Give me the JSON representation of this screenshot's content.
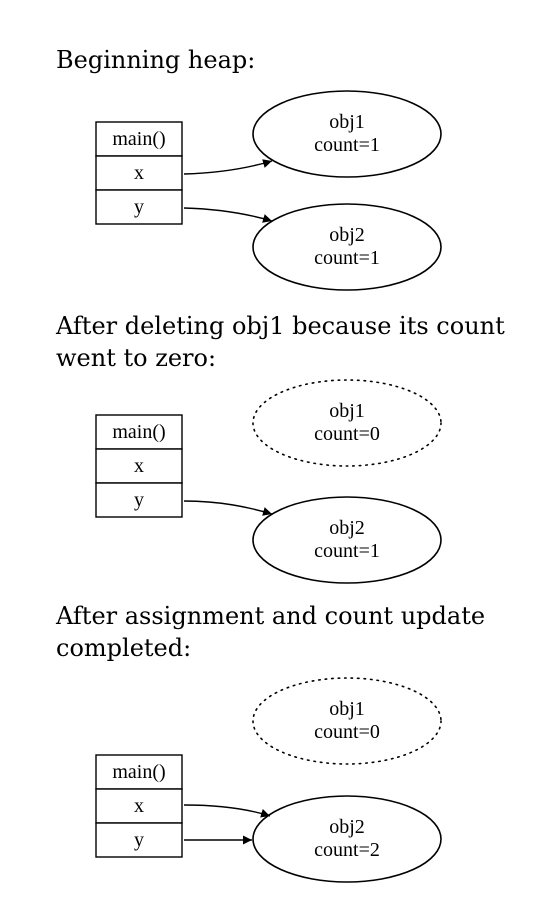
{
  "steps": [
    {
      "heading": "Beginning heap:",
      "frame": {
        "title": "main()",
        "vars": [
          "x",
          "y"
        ]
      },
      "objects": [
        {
          "name": "obj1",
          "count": "count=1",
          "deleted": false
        },
        {
          "name": "obj2",
          "count": "count=1",
          "deleted": false
        }
      ],
      "refs": [
        {
          "from": "x",
          "to": "obj1"
        },
        {
          "from": "y",
          "to": "obj2"
        }
      ]
    },
    {
      "heading": "After deleting obj1 because its count went to zero:",
      "frame": {
        "title": "main()",
        "vars": [
          "x",
          "y"
        ]
      },
      "objects": [
        {
          "name": "obj1",
          "count": "count=0",
          "deleted": true
        },
        {
          "name": "obj2",
          "count": "count=1",
          "deleted": false
        }
      ],
      "refs": [
        {
          "from": "y",
          "to": "obj2"
        }
      ]
    },
    {
      "heading": "After assignment and count update completed:",
      "frame": {
        "title": "main()",
        "vars": [
          "x",
          "y"
        ]
      },
      "objects": [
        {
          "name": "obj1",
          "count": "count=0",
          "deleted": true
        },
        {
          "name": "obj2",
          "count": "count=2",
          "deleted": false
        }
      ],
      "refs": [
        {
          "from": "x",
          "to": "obj2"
        },
        {
          "from": "y",
          "to": "obj2"
        }
      ]
    }
  ]
}
